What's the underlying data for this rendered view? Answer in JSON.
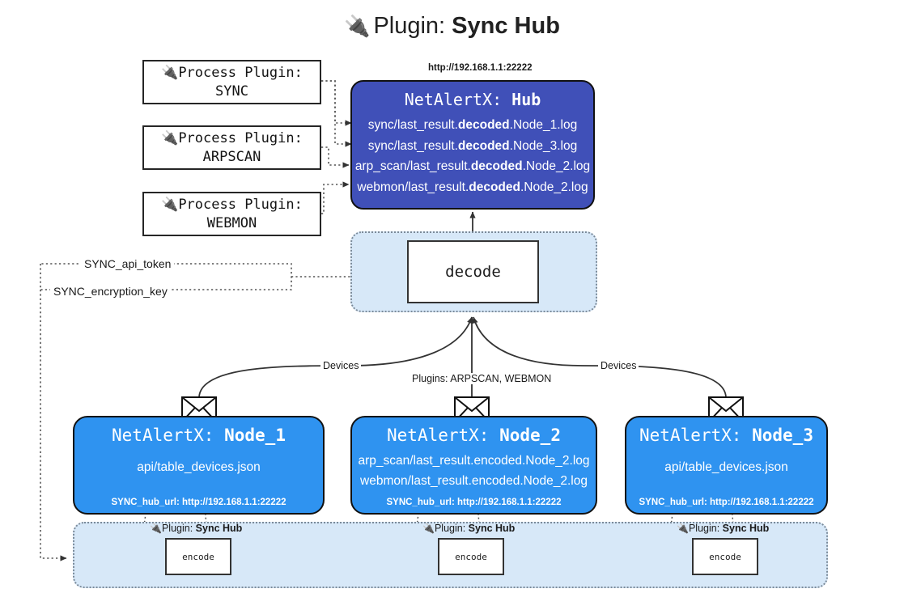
{
  "title": {
    "icon": "plug-icon",
    "prefix": "Plugin:",
    "name": "Sync Hub"
  },
  "process_plugins": [
    {
      "icon": "plug-icon",
      "line1": "Process Plugin:",
      "line2": "SYNC"
    },
    {
      "icon": "plug-icon",
      "line1": "Process Plugin:",
      "line2": "ARPSCAN"
    },
    {
      "icon": "plug-icon",
      "line1": "Process Plugin:",
      "line2": "WEBMON"
    }
  ],
  "hub": {
    "url": "http://192.168.1.1:22222",
    "title_prefix": "NetAlertX:",
    "title_name": "Hub",
    "logs": [
      {
        "pre": "sync/last_result.",
        "em": "decoded",
        "post": ".Node_1.log"
      },
      {
        "pre": "sync/last_result.",
        "em": "decoded",
        "post": ".Node_3.log"
      },
      {
        "pre": "arp_scan/last_result.",
        "em": "decoded",
        "post": ".Node_2.log"
      },
      {
        "pre": "webmon/last_result.",
        "em": "decoded",
        "post": ".Node_2.log"
      }
    ]
  },
  "decode": {
    "label": "decode"
  },
  "tokens": [
    {
      "label": "SYNC_api_token"
    },
    {
      "label": "SYNC_encryption_key"
    }
  ],
  "edge_labels": {
    "devices_left": "Devices",
    "devices_right": "Devices",
    "plugins_center": "Plugins: ARPSCAN, WEBMON"
  },
  "nodes": [
    {
      "icon": "envelope-icon",
      "title_prefix": "NetAlertX:",
      "title_name": "Node_1",
      "lines": [
        "api/table_devices.json"
      ],
      "foot": "SYNC_hub_url: http://192.168.1.1:22222"
    },
    {
      "icon": "envelope-icon",
      "title_prefix": "NetAlertX:",
      "title_name": "Node_2",
      "lines": [
        "arp_scan/last_result.encoded.Node_2.log",
        "webmon/last_result.encoded.Node_2.log"
      ],
      "foot": "SYNC_hub_url: http://192.168.1.1:22222"
    },
    {
      "icon": "envelope-icon",
      "title_prefix": "NetAlertX:",
      "title_name": "Node_3",
      "lines": [
        "api/table_devices.json"
      ],
      "foot": "SYNC_hub_url: http://192.168.1.1:22222"
    }
  ],
  "encoders": [
    {
      "icon": "plug-icon",
      "label_prefix": "Plugin:",
      "label_name": "Sync Hub",
      "box": "encode"
    },
    {
      "icon": "plug-icon",
      "label_prefix": "Plugin:",
      "label_name": "Sync Hub",
      "box": "encode"
    },
    {
      "icon": "plug-icon",
      "label_prefix": "Plugin:",
      "label_name": "Sync Hub",
      "box": "encode"
    }
  ],
  "colors": {
    "hub_fill": "#4050b8",
    "node_fill": "#2f93f0",
    "container_fill": "#d7e8f8",
    "stroke": "#111111"
  }
}
